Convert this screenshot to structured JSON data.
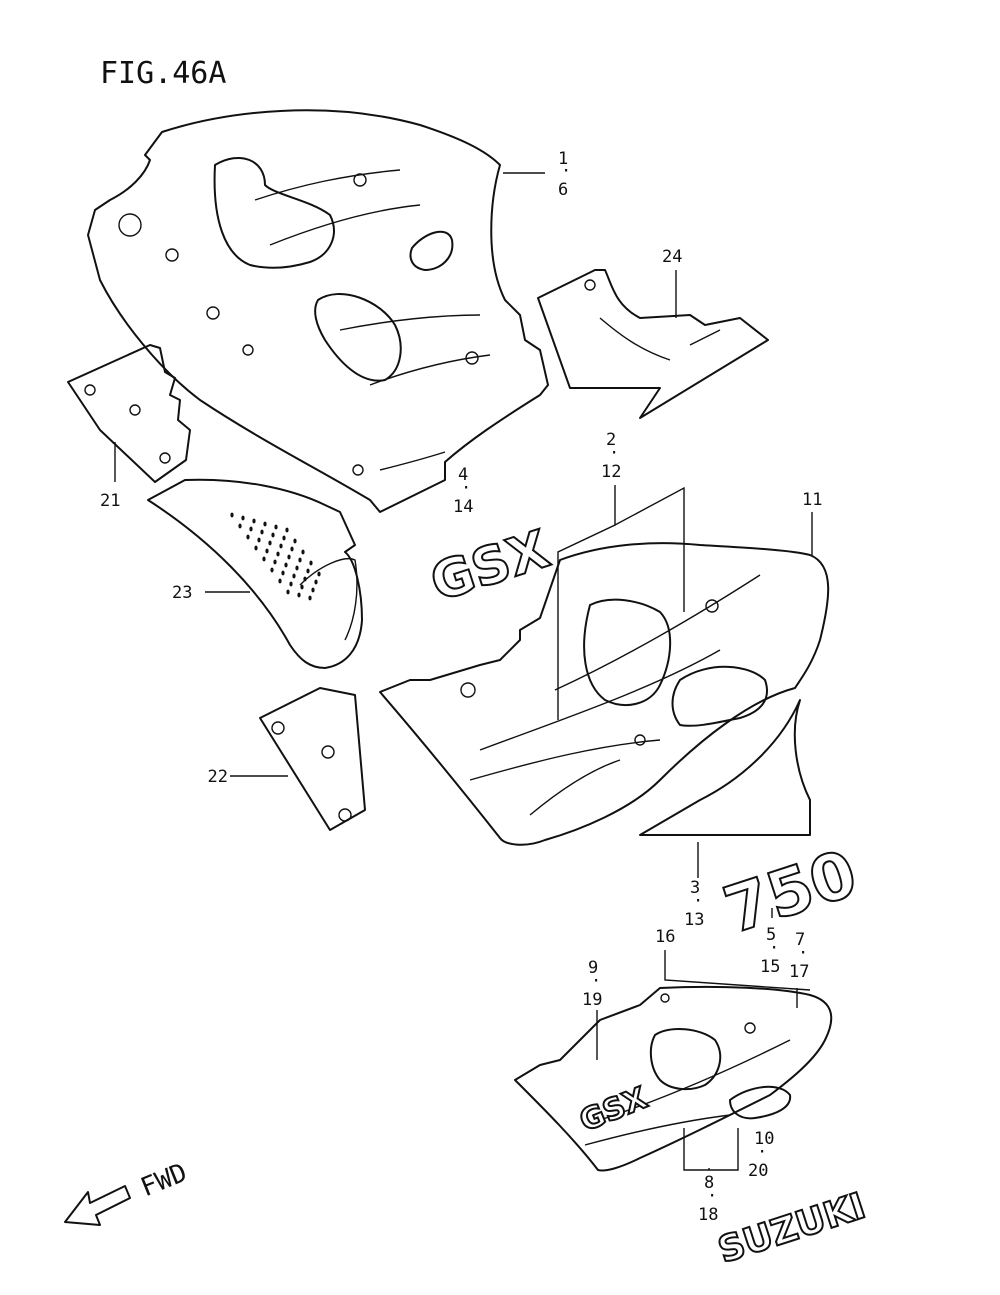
{
  "figure": {
    "title": "FIG.46A"
  },
  "direction": {
    "label": "FWD"
  },
  "decals": {
    "suzuki": "SUZUKI",
    "gsxr": "GSX",
    "model_number": "750"
  },
  "callouts": [
    {
      "id": "c-1-6",
      "top": "1",
      "sep": "·",
      "bottom": "6"
    },
    {
      "id": "c-24",
      "top": "24"
    },
    {
      "id": "c-2-12",
      "top": "2",
      "sep": "·",
      "bottom": "12"
    },
    {
      "id": "c-11",
      "top": "11"
    },
    {
      "id": "c-4-14",
      "top": "4",
      "sep": "·",
      "bottom": "14"
    },
    {
      "id": "c-21",
      "top": "21"
    },
    {
      "id": "c-23",
      "top": "23"
    },
    {
      "id": "c-22",
      "top": "22"
    },
    {
      "id": "c-3-13",
      "top": "3",
      "sep": "·",
      "bottom": "13"
    },
    {
      "id": "c-5-15",
      "top": "5",
      "sep": "·",
      "bottom": "15"
    },
    {
      "id": "c-7-17",
      "top": "7",
      "sep": "·",
      "bottom": "17"
    },
    {
      "id": "c-16",
      "top": "16"
    },
    {
      "id": "c-9-19",
      "top": "9",
      "sep": "·",
      "bottom": "19"
    },
    {
      "id": "c-10-20",
      "top": "10",
      "sep": "·",
      "bottom": "20"
    },
    {
      "id": "c-8-18",
      "top": "8",
      "sep": "·",
      "bottom": "18"
    }
  ]
}
